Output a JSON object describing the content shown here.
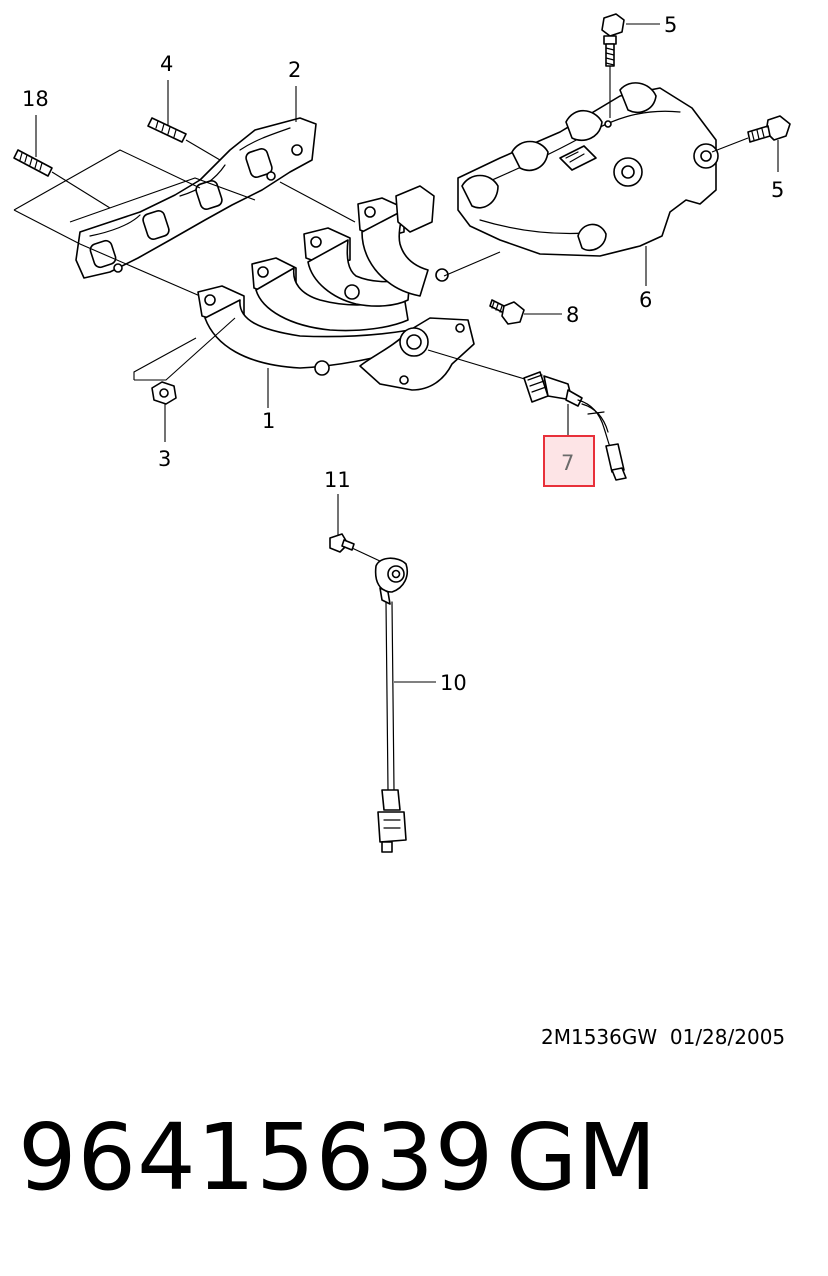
{
  "callouts": {
    "c1": "1",
    "c2": "2",
    "c3": "3",
    "c4": "4",
    "c5a": "5",
    "c5b": "5",
    "c6": "6",
    "c7": "7",
    "c8": "8",
    "c10": "10",
    "c11": "11",
    "c18": "18"
  },
  "highlight": {
    "callout": "7",
    "color": "#e8303a",
    "fill": "#fde4e6"
  },
  "footer": {
    "drawing_code": "2M1536GW  01/28/2005",
    "part_number": "96415639",
    "brand": "GM"
  }
}
